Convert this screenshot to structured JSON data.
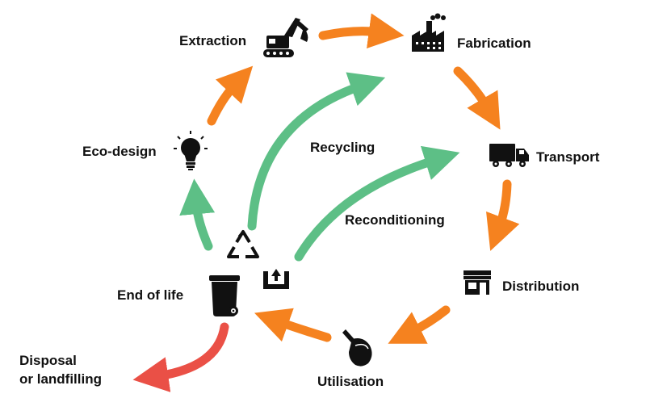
{
  "colors": {
    "orange": "#F5821F",
    "green": "#5DBF86",
    "red": "#EA5046",
    "icon": "#111111"
  },
  "stages": {
    "extraction": "Extraction",
    "fabrication": "Fabrication",
    "transport": "Transport",
    "distribution": "Distribution",
    "utilisation": "Utilisation",
    "end_of_life": "End of life",
    "eco_design": "Eco-design",
    "disposal_line1": "Disposal",
    "disposal_line2": "or landfilling"
  },
  "loops": {
    "recycling": "Recycling",
    "reconditioning": "Reconditioning"
  },
  "icons": {
    "extraction": "excavator-icon",
    "fabrication": "factory-icon",
    "transport": "truck-icon",
    "distribution": "shop-icon",
    "utilisation": "pointing-hand-icon",
    "end_of_life": "trash-bin-icon",
    "eco_design": "lightbulb-icon",
    "recycling": "recycle-icon",
    "reconditioning": "return-box-icon"
  }
}
